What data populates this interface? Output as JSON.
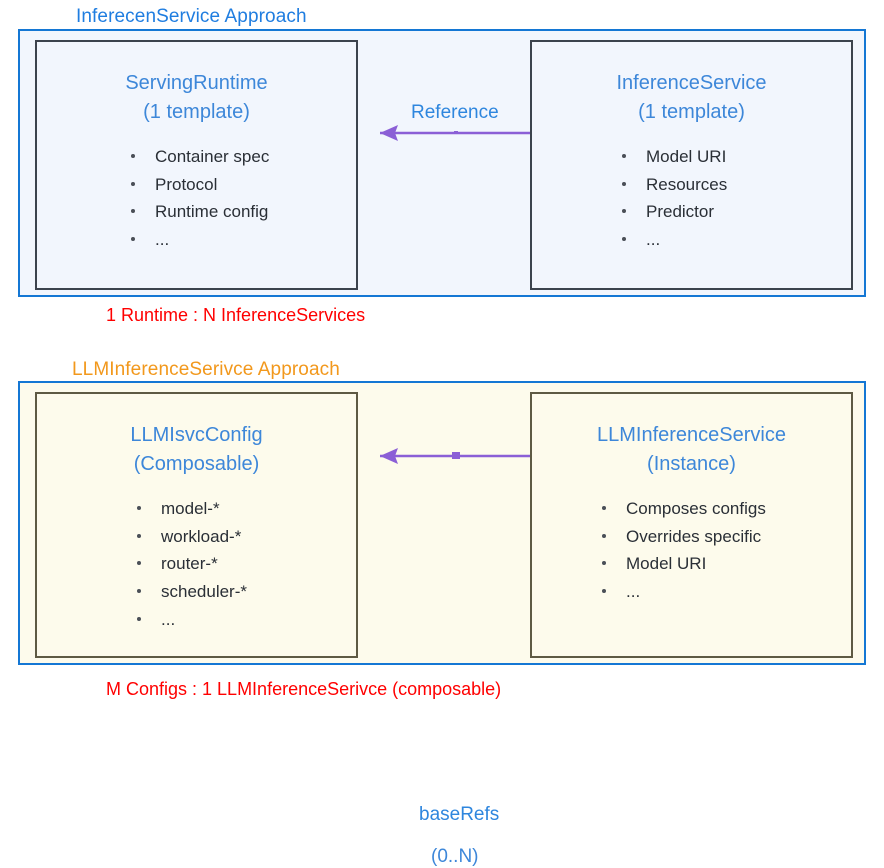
{
  "diagram": {
    "sections": [
      {
        "title": "InferecenService Approach",
        "title_color": "#1F7DE0",
        "panel_border": "#1477D4",
        "panel_fill": "#F2F6FD",
        "caption": "1 Runtime : N InferenceServices",
        "caption_color": "#FF0000",
        "left_card": {
          "heading": "ServingRuntime",
          "subheading": "(1 template)",
          "items": [
            "Container spec",
            "Protocol",
            "Runtime config",
            "..."
          ]
        },
        "right_card": {
          "heading": "InferenceService",
          "subheading": "(1 template)",
          "items": [
            "Model URI",
            "Resources",
            "Predictor",
            "..."
          ]
        },
        "connector": {
          "label_above": "Reference",
          "label_below": "",
          "direction": "right-to-left",
          "color": "#8B5FD6"
        }
      },
      {
        "title": "LLMInferenceSerivce Approach",
        "title_color": "#F2981C",
        "panel_border": "#1477D4",
        "panel_fill": "#FDFBEC",
        "caption": "M Configs : 1 LLMInferenceSerivce (composable)",
        "caption_color": "#FF0000",
        "left_card": {
          "heading": "LLMIsvcConfig",
          "subheading": "(Composable)",
          "items": [
            "model-*",
            "workload-*",
            "router-*",
            "scheduler-*",
            "..."
          ]
        },
        "right_card": {
          "heading": "LLMInferenceService",
          "subheading": "(Instance)",
          "items": [
            "Composes configs",
            "Overrides specific",
            "Model URI",
            "..."
          ]
        },
        "connector": {
          "label_above": "baseRefs",
          "label_below": "(0..N)",
          "direction": "right-to-left",
          "color": "#8B5FD6"
        }
      }
    ]
  }
}
